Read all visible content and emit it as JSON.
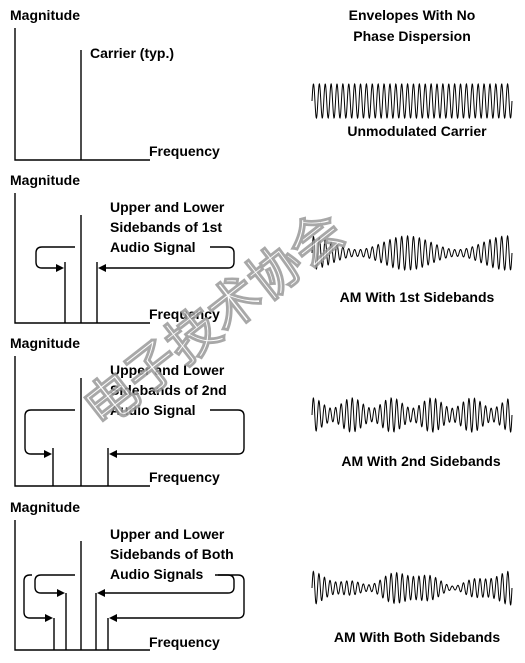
{
  "header": {
    "line1": "Envelopes With No",
    "line2": "Phase Dispersion"
  },
  "y_axis_label": "Magnitude",
  "x_axis_label": "Frequency",
  "panels": [
    {
      "carrier_label": "Carrier (typ.)",
      "caption": "Unmodulated Carrier"
    },
    {
      "label_lines": [
        "Upper and Lower",
        "Sidebands of 1st",
        "Audio Signal"
      ],
      "caption": "AM With 1st Sidebands"
    },
    {
      "label_lines": [
        "Upper and Lower",
        "Sidebands of 2nd",
        "Audio Signal"
      ],
      "caption": "AM With 2nd Sidebands"
    },
    {
      "label_lines": [
        "Upper and Lower",
        "Sidebands of Both",
        "Audio Signals"
      ],
      "caption": "AM With Both Sidebands"
    }
  ],
  "watermark": "电子技术协会"
}
